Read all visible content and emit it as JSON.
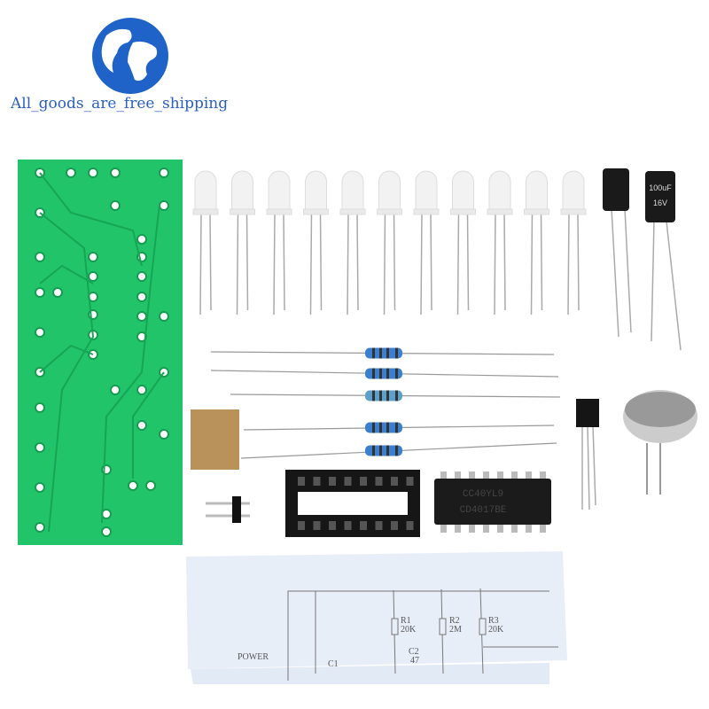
{
  "logo": {
    "text": "All_goods_are_free_shipping"
  },
  "ic": {
    "top_mark": "CC40YL9",
    "part": "CD4017BE"
  },
  "capacitor": {
    "label_value": "100uF",
    "label_voltage": "16V"
  },
  "schematic": {
    "power": "POWER",
    "c1": "C1",
    "c2": "C2",
    "c2_value": "47",
    "r1": "R1",
    "r1_value": "20K",
    "r2": "R2",
    "r2_value": "2M",
    "r3": "R3",
    "r3_value": "20K"
  },
  "colors": {
    "pcb": "#22c46a",
    "globe": "#1f63c8",
    "resistor": "#3a7fd0",
    "paper": "#e8eef8"
  }
}
